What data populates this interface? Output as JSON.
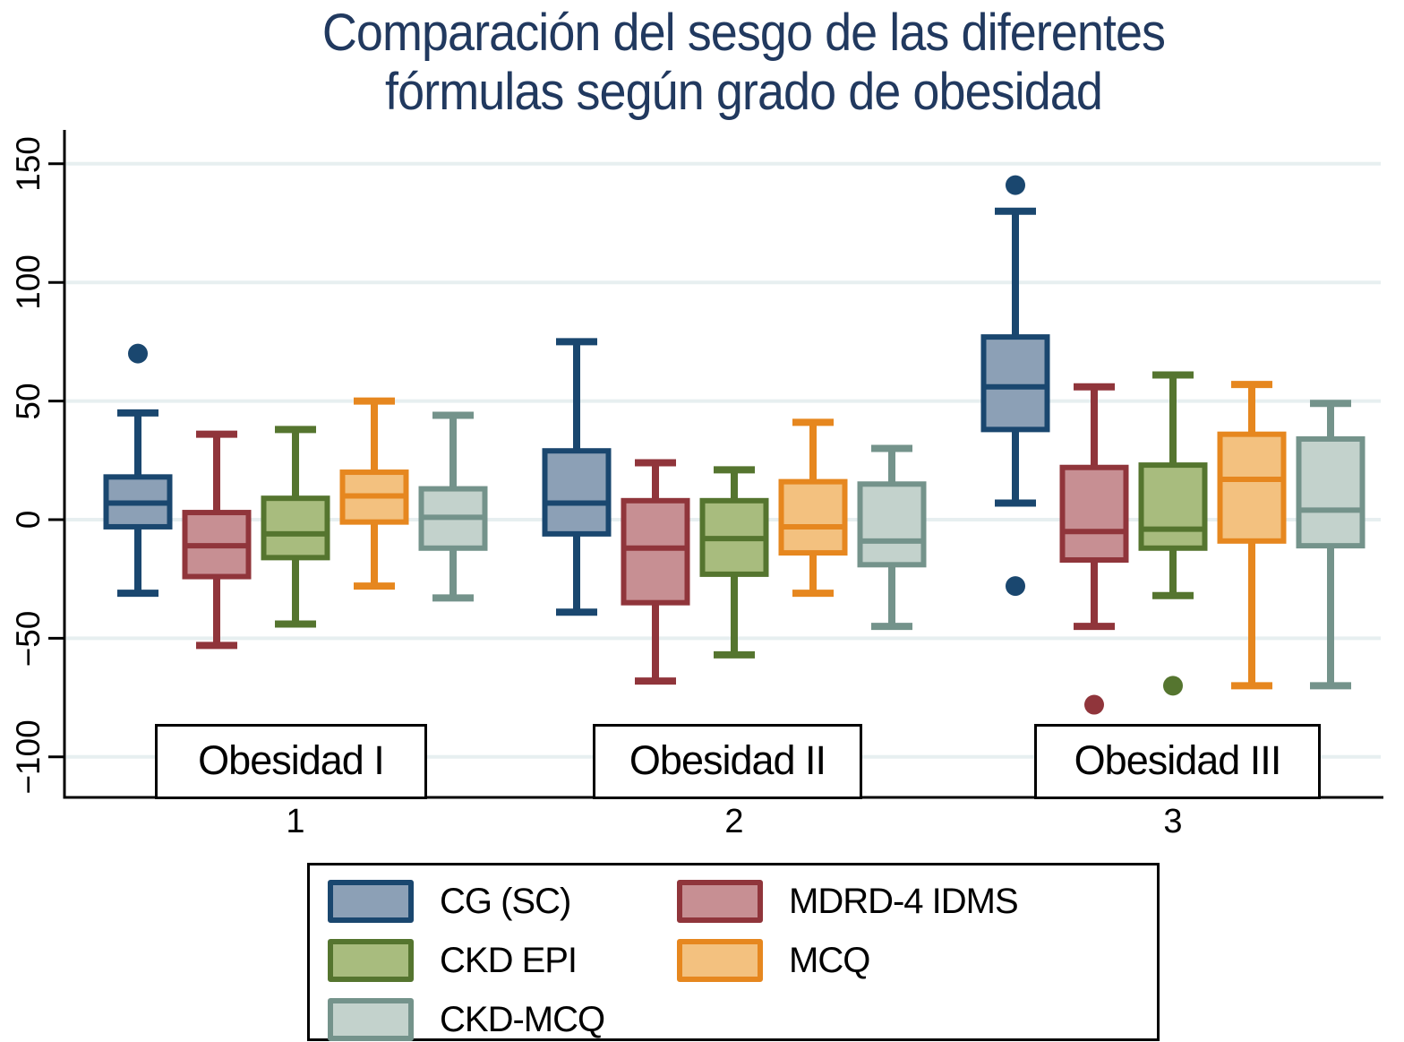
{
  "title": {
    "line1": "Comparación del sesgo de las diferentes",
    "line2": "fórmulas según grado de obesidad",
    "color": "#21395f"
  },
  "colors": {
    "background": "#ffffff",
    "gridline": "#e7eff0",
    "axis": "#000000"
  },
  "y_axis": {
    "tick_labels": [
      "150",
      "100",
      "50",
      "0",
      "−50",
      "−100"
    ],
    "tick_values": [
      150,
      100,
      50,
      0,
      -50,
      -100
    ]
  },
  "x_axis": {
    "tick_labels": [
      "1",
      "2",
      "3"
    ],
    "group_labels": [
      "Obesidad I",
      "Obesidad II",
      "Obesidad III"
    ]
  },
  "series": [
    {
      "label": "CG (SC)",
      "stroke": "#1a476f",
      "fill": "#8ca0b6"
    },
    {
      "label": "MDRD-4 IDMS",
      "stroke": "#90353b",
      "fill": "#c78f93"
    },
    {
      "label": "CKD EPI",
      "stroke": "#55752f",
      "fill": "#a8bc7e"
    },
    {
      "label": "MCQ",
      "stroke": "#e6871f",
      "fill": "#f3c17f"
    },
    {
      "label": "CKD-MCQ",
      "stroke": "#74938b",
      "fill": "#c3d2cc"
    }
  ],
  "chart_data": {
    "type": "box",
    "title": "Comparación del sesgo de las diferentes fórmulas según grado de obesidad",
    "xlabel": "",
    "ylabel": "",
    "ylim": [
      -117,
      164
    ],
    "yticks": [
      150,
      100,
      50,
      0,
      -50,
      -100
    ],
    "grid": true,
    "legend_position": "bottom",
    "groups": [
      {
        "label": "Obesidad I",
        "x_tick": "1",
        "boxes": [
          {
            "series": "CG (SC)",
            "whislo": -31,
            "q1": -3,
            "med": 7,
            "q3": 18,
            "whishi": 45,
            "outliers": [
              70
            ]
          },
          {
            "series": "MDRD-4 IDMS",
            "whislo": -53,
            "q1": -24,
            "med": -11,
            "q3": 3,
            "whishi": 36,
            "outliers": []
          },
          {
            "series": "CKD EPI",
            "whislo": -44,
            "q1": -16,
            "med": -6,
            "q3": 9,
            "whishi": 38,
            "outliers": []
          },
          {
            "series": "MCQ",
            "whislo": -28,
            "q1": -1,
            "med": 10,
            "q3": 20,
            "whishi": 50,
            "outliers": []
          },
          {
            "series": "CKD-MCQ",
            "whislo": -33,
            "q1": -12,
            "med": 1,
            "q3": 13,
            "whishi": 44,
            "outliers": []
          }
        ]
      },
      {
        "label": "Obesidad II",
        "x_tick": "2",
        "boxes": [
          {
            "series": "CG (SC)",
            "whislo": -39,
            "q1": -6,
            "med": 7,
            "q3": 29,
            "whishi": 75,
            "outliers": []
          },
          {
            "series": "MDRD-4 IDMS",
            "whislo": -68,
            "q1": -35,
            "med": -12,
            "q3": 8,
            "whishi": 24,
            "outliers": []
          },
          {
            "series": "CKD EPI",
            "whislo": -57,
            "q1": -23,
            "med": -8,
            "q3": 8,
            "whishi": 21,
            "outliers": []
          },
          {
            "series": "MCQ",
            "whislo": -31,
            "q1": -14,
            "med": -3,
            "q3": 16,
            "whishi": 41,
            "outliers": []
          },
          {
            "series": "CKD-MCQ",
            "whislo": -45,
            "q1": -19,
            "med": -9,
            "q3": 15,
            "whishi": 30,
            "outliers": []
          }
        ]
      },
      {
        "label": "Obesidad III",
        "x_tick": "3",
        "boxes": [
          {
            "series": "CG (SC)",
            "whislo": 7,
            "q1": 38,
            "med": 56,
            "q3": 77,
            "whishi": 130,
            "outliers": [
              141,
              -28
            ]
          },
          {
            "series": "MDRD-4 IDMS",
            "whislo": -45,
            "q1": -17,
            "med": -5,
            "q3": 22,
            "whishi": 56,
            "outliers": [
              -78
            ]
          },
          {
            "series": "CKD EPI",
            "whislo": -32,
            "q1": -12,
            "med": -4,
            "q3": 23,
            "whishi": 61,
            "outliers": [
              -70
            ]
          },
          {
            "series": "MCQ",
            "whislo": -70,
            "q1": -9,
            "med": 17,
            "q3": 36,
            "whishi": 57,
            "outliers": []
          },
          {
            "series": "CKD-MCQ",
            "whislo": -70,
            "q1": -11,
            "med": 4,
            "q3": 34,
            "whishi": 49,
            "outliers": []
          }
        ]
      }
    ]
  }
}
